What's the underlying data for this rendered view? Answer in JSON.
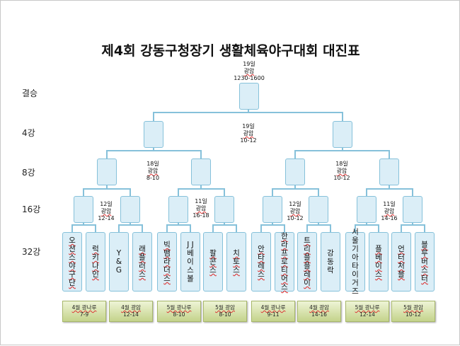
{
  "title": "제4회 강동구청장기 생활체육야구대회 대진표",
  "rounds": {
    "final": "결승",
    "r4": "4강",
    "r8": "8강",
    "r16": "16강",
    "r32": "32강"
  },
  "final_info": {
    "date": "19일",
    "place": "광암",
    "time": "1230-1600"
  },
  "semi_info": {
    "date": "19일",
    "place": "광암",
    "time": "10-12"
  },
  "quarter_info": [
    {
      "date": "18일",
      "place": "광암",
      "time": "8-10"
    },
    {
      "date": "18일",
      "place": "광암",
      "time": "10-12"
    }
  ],
  "r16_info": [
    {
      "date": "12일",
      "place": "광암",
      "time": "12-14"
    },
    {
      "date": "11일",
      "place": "광암",
      "time": "16-18"
    },
    {
      "date": "12일",
      "place": "광암",
      "time": "10-12"
    },
    {
      "date": "11일",
      "place": "광암",
      "time": "14-16"
    }
  ],
  "teams": [
    "오션스야구단",
    "럭키나인",
    "Y & G",
    "래플러스",
    "빅뱀라더스",
    "J J 베이스볼",
    "팔콘스",
    "치토스",
    "안타레스",
    "한라프로티어스",
    "트리플플레이",
    "강동락",
    "서울기아타이거즈",
    "플베이스",
    "언터처블",
    "블루버스터"
  ],
  "schedules": [
    {
      "line1": "4월 광나루",
      "line2": "7-9"
    },
    {
      "line1": "4월 광암",
      "line2": "12-14"
    },
    {
      "line1": "5월 광나루",
      "line2": "8-10"
    },
    {
      "line1": "5월 광암",
      "line2": "8-10"
    },
    {
      "line1": "4월 광나루",
      "line2": "9-11"
    },
    {
      "line1": "4월 광암",
      "line2": "14-16"
    },
    {
      "line1": "5월 광나루",
      "line2": "12-14"
    },
    {
      "line1": "5월 광암",
      "line2": "10-12"
    }
  ]
}
